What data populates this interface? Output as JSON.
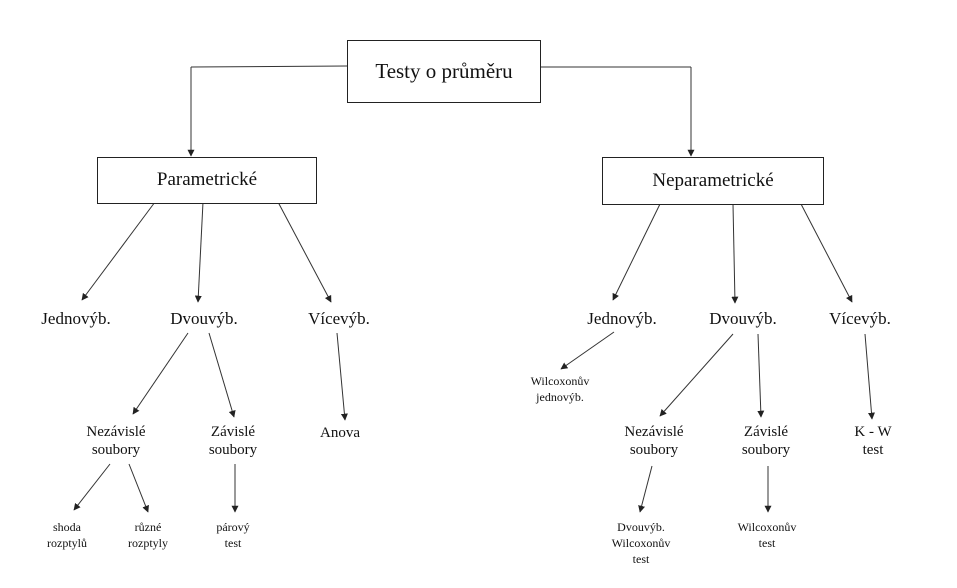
{
  "diagram": {
    "root": "Testy o průměru",
    "param": {
      "title": "Parametrické",
      "jedn": "Jednovýb.",
      "dvou": "Dvouvýb.",
      "vice": "Vícevýb.",
      "nezavisle": [
        "Nezávislé",
        "soubory"
      ],
      "zavisle": [
        "Závislé",
        "soubory"
      ],
      "anova": "Anova",
      "shoda": [
        "shoda",
        "rozptylů"
      ],
      "ruzne": [
        "různé",
        "rozptyly"
      ],
      "parovy": [
        "párový",
        "test"
      ]
    },
    "nonparam": {
      "title": "Neparametrické",
      "jedn": "Jednovýb.",
      "dvou": "Dvouvýb.",
      "vice": "Vícevýb.",
      "wilc_jedn": [
        "Wilcoxonův",
        "jednovýb."
      ],
      "nezavisle": [
        "Nezávislé",
        "soubory"
      ],
      "zavisle": [
        "Závislé",
        "soubory"
      ],
      "kw": [
        "K - W",
        "test"
      ],
      "dvou_wilc": [
        "Dvouvýb.",
        "Wilcoxonův",
        "test"
      ],
      "wilc_test": [
        "Wilcoxonův",
        "test"
      ]
    }
  }
}
